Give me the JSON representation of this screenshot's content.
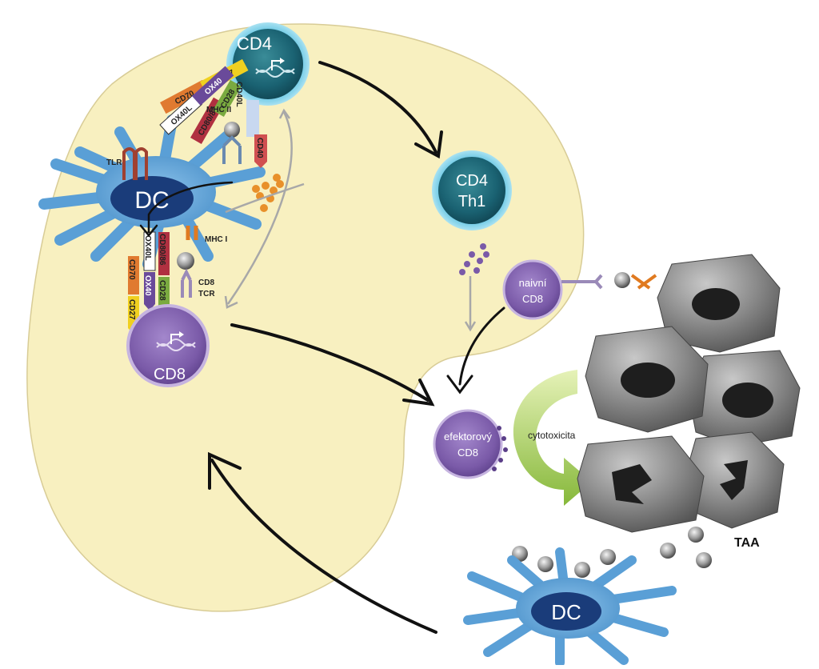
{
  "cells": {
    "cd4_top": "CD4",
    "cd4_th1_line1": "CD4",
    "cd4_th1_line2": "Th1",
    "dc_top": "DC",
    "dc_bottom": "DC",
    "cd8_primed": "CD8",
    "naive_cd8_line1": "naivní",
    "naive_cd8_line2": "CD8",
    "effector_cd8_line1": "efektorový",
    "effector_cd8_line2": "CD8"
  },
  "receptors": {
    "tlr": "TLR",
    "mhc2": "MHC II",
    "mhc1": "MHC I",
    "cd8_tcr_line1": "CD8",
    "cd8_tcr_line2": "TCR"
  },
  "costim_upper": {
    "cd70": "CD70",
    "cd27": "CD27",
    "ox40l": "OX40L",
    "ox40": "OX40",
    "cd80_86": "CD80/86",
    "cd28": "CD28",
    "cd40l": "CD40L",
    "cd40": "CD40"
  },
  "costim_lower": {
    "cd70": "CD70",
    "cd27": "CD27",
    "ox40l": "OX40L",
    "ox40": "OX40",
    "cd80_86": "CD80/86",
    "cd28": "CD28"
  },
  "process": {
    "cytotoxicity": "cytotoxicita",
    "taa": "TAA"
  },
  "colors": {
    "node_background": "#f8f0c0",
    "cd4_cell": "#1a6a7a",
    "cd8_cell": "#7a5aa8",
    "dc_cell": "#2f7ec0",
    "tumor_cell": "#707070",
    "cytotox_arrow": "#9ac24a",
    "cd70": "#e07a30",
    "cd27": "#f0d020",
    "ox40": "#6a4a9a",
    "cd80_86": "#b03040",
    "cd28": "#7aaa40",
    "cd40": "#d05050",
    "mhc1": "#e07a20"
  }
}
